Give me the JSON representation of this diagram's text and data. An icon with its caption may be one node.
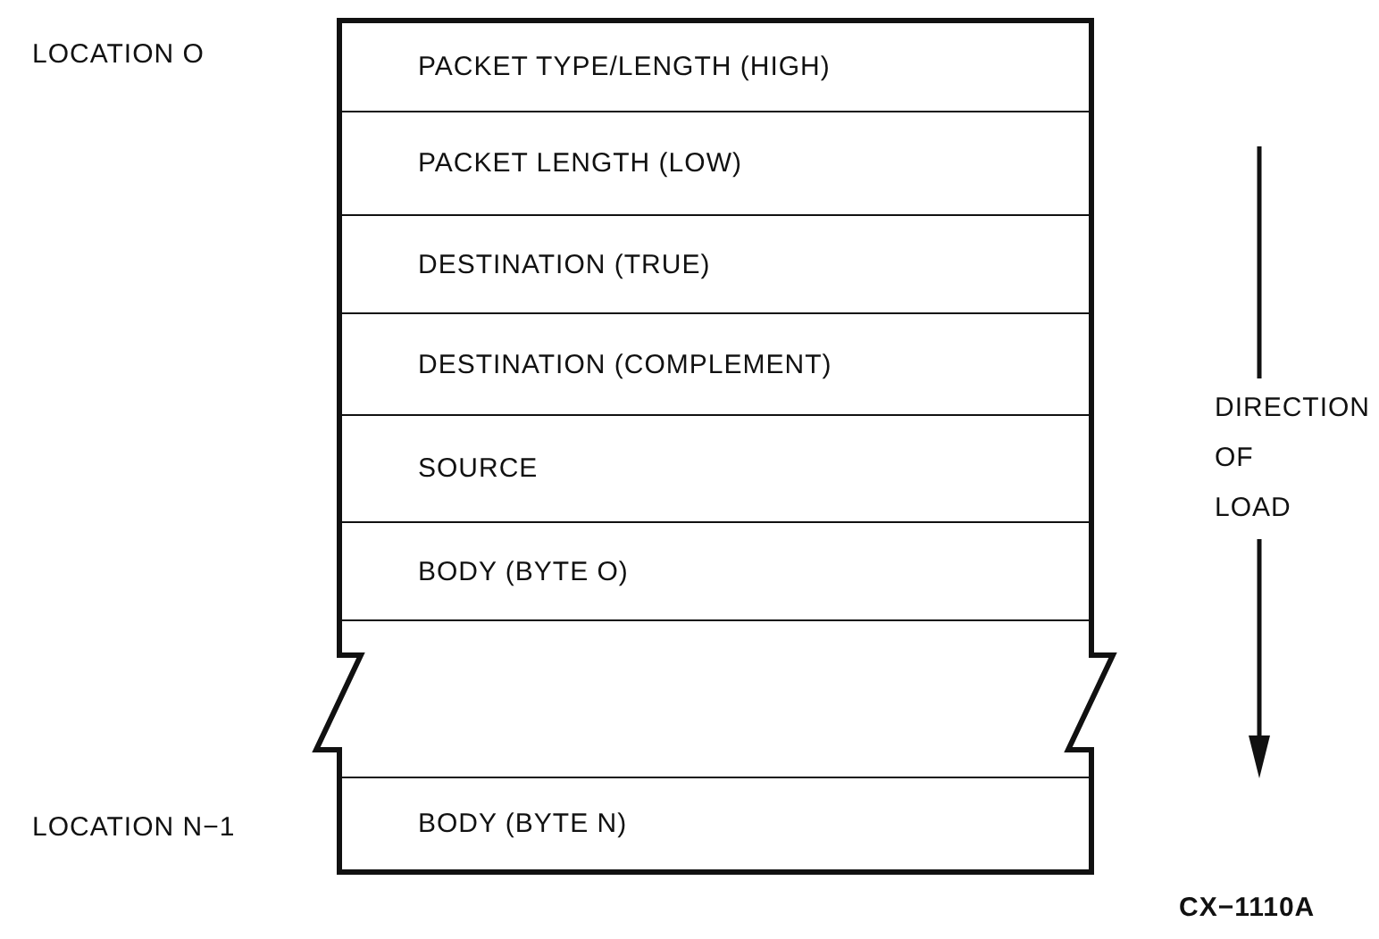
{
  "diagram": {
    "nodes": [
      {
        "text": [
          "PACKET TYPE/LENGTH (HIGH)"
        ]
      },
      {
        "text": [
          "PACKET LENGTH (LOW)"
        ]
      },
      {
        "text": [
          "DESTINATION (TRUE)"
        ]
      },
      {
        "text": [
          "DESTINATION (COMPLEMENT)"
        ]
      },
      {
        "text": [
          "SOURCE"
        ]
      },
      {
        "text": [
          "BODY (BYTE O)"
        ]
      },
      {
        "text": [],
        "shape": "box"
      },
      {
        "text": [
          "BODY (BYTE N)"
        ]
      }
    ],
    "labels": [
      "LOCATION O",
      "LOCATION N−1",
      "DIRECTION OF LOAD",
      "CX−1110A"
    ]
  }
}
